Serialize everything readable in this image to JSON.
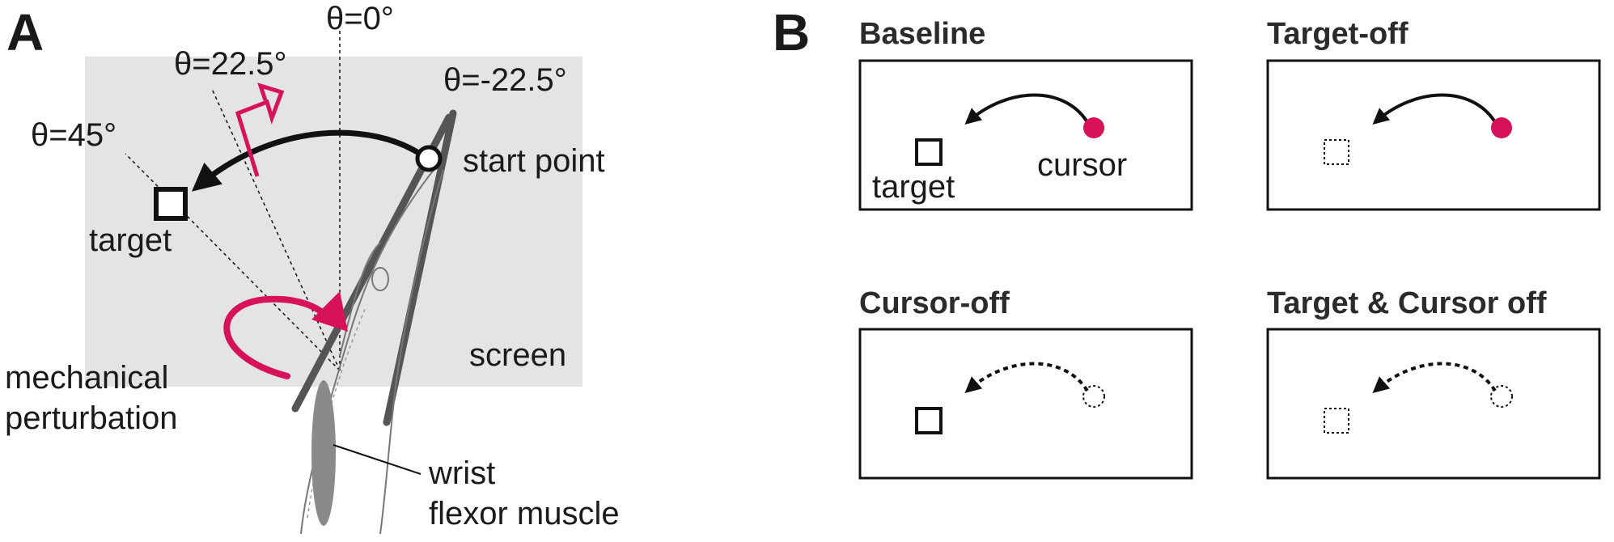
{
  "panel_a": {
    "letter": "A",
    "angle_0": "θ=0°",
    "angle_22": "θ=22.5°",
    "angle_45": "θ=45°",
    "angle_neg22": "θ=-22.5°",
    "start_point_label": "start point",
    "target_label": "target",
    "screen_label": "screen",
    "perturbation_label_line1": "mechanical",
    "perturbation_label_line2": "perturbation",
    "muscle_label_line1": "wrist",
    "muscle_label_line2": "flexor muscle"
  },
  "panel_b": {
    "letter": "B",
    "conditions": [
      {
        "title": "Baseline",
        "target_label": "target",
        "cursor_label": "cursor"
      },
      {
        "title": "Target-off"
      },
      {
        "title": "Cursor-off"
      },
      {
        "title": "Target & Cursor off"
      }
    ]
  },
  "colors": {
    "accent": "#d6135a",
    "screen": "#e4e4e4",
    "stroke": "#111111",
    "hand": "#555555"
  }
}
